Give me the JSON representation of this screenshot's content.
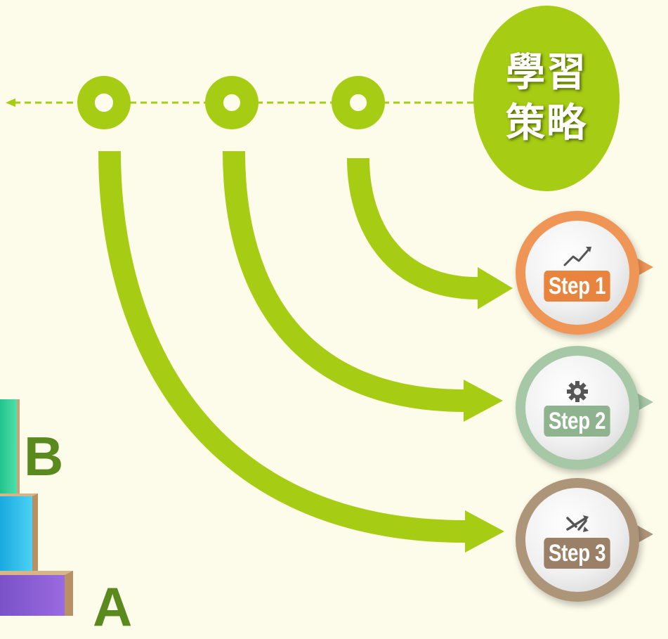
{
  "title": {
    "line1": "學習",
    "line2": "策略",
    "color": "#a6cd13"
  },
  "steps": [
    {
      "label": "Step 1",
      "icon": "trend-up-icon",
      "color": "#ef9555"
    },
    {
      "label": "Step 2",
      "icon": "gear-icon",
      "color": "#a6c8a6"
    },
    {
      "label": "Step 3",
      "icon": "shuffle-icon",
      "color": "#ad957a"
    }
  ],
  "blocks": {
    "letter_b": "B",
    "letter_a": "A"
  },
  "colors": {
    "background": "#fdfcea",
    "arrow_green": "#a6cd13",
    "letter_green": "#5a8a1e"
  }
}
